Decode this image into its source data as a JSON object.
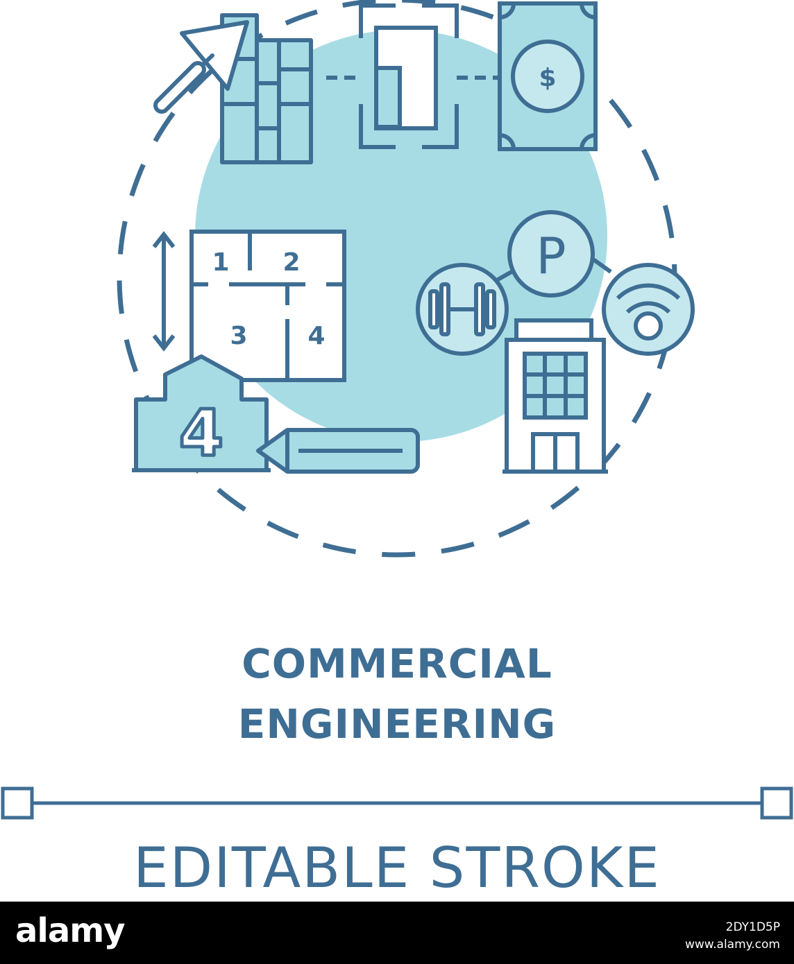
{
  "colors": {
    "stroke": "#3F6E94",
    "fill": "#A7DCE5",
    "fill_light": "#C4E8EE",
    "background": "#FFFFFF",
    "footer_bg": "#000000",
    "footer_text": "#FFFFFF"
  },
  "illustration": {
    "icons": [
      "trowel-and-bricks-icon",
      "door-frame-icon",
      "banknote-icon",
      "floor-plan-icon",
      "house-with-number-icon",
      "pencil-icon",
      "dumbbell-icon",
      "parking-icon",
      "wifi-icon",
      "office-building-icon"
    ],
    "plan_labels": [
      "1",
      "2",
      "3",
      "4"
    ],
    "house_label": "4",
    "parking_label": "P",
    "money_sign": "$"
  },
  "heading": {
    "line1": "COMMERCIAL",
    "line2": "ENGINEERING"
  },
  "caption": "EDITABLE STROKE",
  "footer": {
    "logo": "alamy",
    "image_id": "2DY1D5P",
    "url": "www.alamy.com"
  }
}
